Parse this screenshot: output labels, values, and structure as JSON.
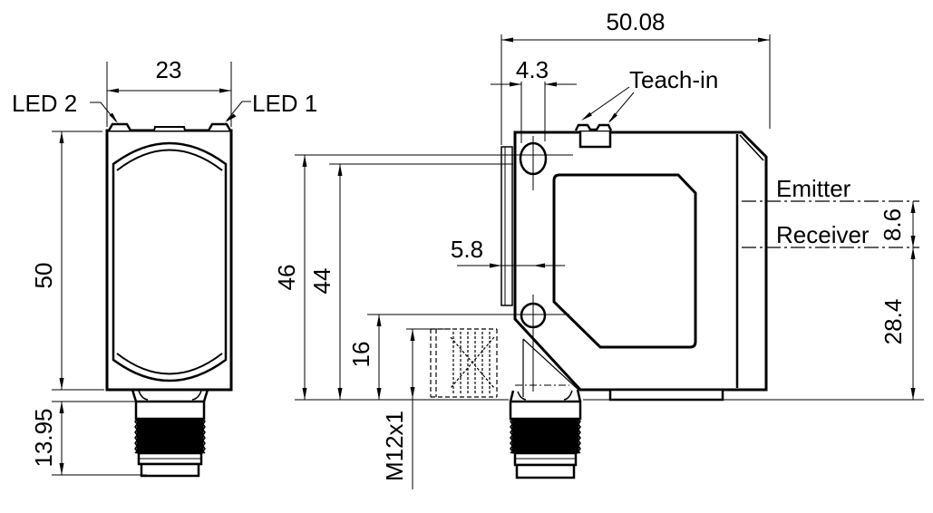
{
  "drawing": {
    "background": "#ffffff",
    "line_color": "#000000",
    "front_view": {
      "led2_label": "LED 2",
      "led1_label": "LED 1",
      "width_dim": "23",
      "height_dim": "50",
      "connector_dim": "13.95"
    },
    "side_view": {
      "width_dim": "50.08",
      "hole_dia_dim": "4.3",
      "teach_in_label": "Teach-in",
      "emitter_label": "Emitter",
      "receiver_label": "Receiver",
      "emitter_receiver_dim": "8.6",
      "receiver_bottom_dim": "28.4",
      "face_hole_dim": "5.8",
      "height_dim_46": "46",
      "height_dim_44": "44",
      "hole_bottom_dim": "16",
      "thread_label": "M12x1"
    }
  }
}
